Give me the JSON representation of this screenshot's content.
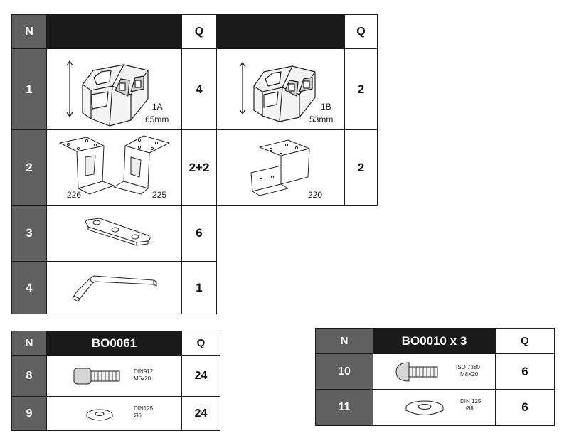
{
  "top_table": {
    "header": {
      "n": "N",
      "q1": "Q",
      "q2": "Q"
    },
    "rows": [
      {
        "n": "1",
        "q1": "4",
        "part1_id": "1A",
        "part1_size": "65mm",
        "q2": "2",
        "part2_id": "1B",
        "part2_size": "53mm"
      },
      {
        "n": "2",
        "q1": "2+2",
        "part1_label_left": "226",
        "part1_label_right": "225",
        "q2": "2",
        "part2_label": "220"
      },
      {
        "n": "3",
        "q1": "6"
      },
      {
        "n": "4",
        "q1": "1"
      }
    ]
  },
  "kit_bo0061": {
    "header": {
      "n": "N",
      "title": "BO0061",
      "q": "Q"
    },
    "rows": [
      {
        "n": "8",
        "spec_line1": "DIN912",
        "spec_line2": "M6x20",
        "q": "24"
      },
      {
        "n": "9",
        "spec_line1": "DIN125",
        "spec_line2": "Ø6",
        "q": "24"
      }
    ]
  },
  "kit_bo0010": {
    "header": {
      "n": "N",
      "title": "BO0010 x 3",
      "q": "Q"
    },
    "rows": [
      {
        "n": "10",
        "spec_line1": "ISO 7380",
        "spec_line2": "M8X20",
        "q": "6"
      },
      {
        "n": "11",
        "spec_line1": "DIN 125",
        "spec_line2": "Ø8",
        "q": "6"
      }
    ]
  }
}
